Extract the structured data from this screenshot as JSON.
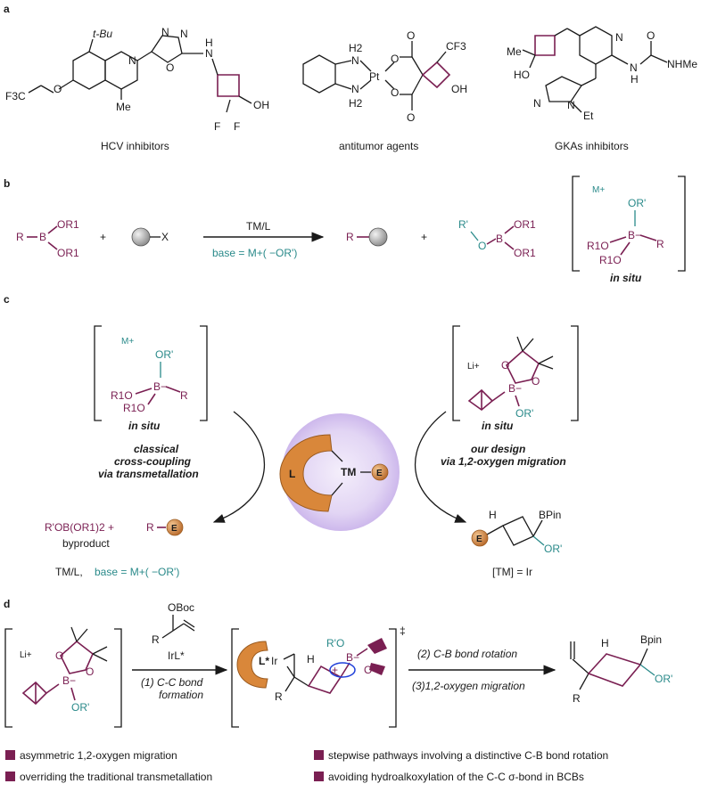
{
  "panel_a": {
    "label": "a",
    "hcv": {
      "caption": "HCV inhibitors",
      "tbu": "t-Bu",
      "me": "Me",
      "n_ring": "N",
      "n1": "N",
      "n2": "N",
      "o_ring": "O",
      "nh": "N",
      "h": "H",
      "cf3": "F3C",
      "o": "O",
      "oh": "OH",
      "f1": "F",
      "f2": "F"
    },
    "antitumor": {
      "caption": "antitumor agents",
      "h2a": "H2",
      "h2b": "H2",
      "n1": "N",
      "n2": "N",
      "pt": "Pt",
      "o1": "O",
      "o2": "O",
      "o3": "O",
      "o4": "O",
      "cf3": "CF3",
      "oh": "OH"
    },
    "gka": {
      "caption": "GKAs inhibitors",
      "me": "Me",
      "ho": "HO",
      "n_pyr": "N",
      "n_amide": "N",
      "h": "H",
      "o": "O",
      "nhme": "NHMe",
      "n_a": "N",
      "n_b": "N",
      "et": "Et"
    }
  },
  "panel_b": {
    "label": "b",
    "reagent_r": "R",
    "reagent_b": "B",
    "or1_top": "OR1",
    "or1_bot": "OR1",
    "plus1": "+",
    "x": "X",
    "arrow_top": "TM/L",
    "arrow_bottom": "base = M+( −OR')",
    "product_r": "R",
    "plus2": "+",
    "byproduct": {
      "r_prime": "R'",
      "o": "O",
      "b": "B",
      "or1_top": "OR1",
      "or1_bot": "OR1"
    },
    "insitu": {
      "m": "M+",
      "or_prime": "OR'",
      "b": "B−",
      "r": "R",
      "r1o_a": "R1O",
      "r1o_b": "R1O",
      "label": "in situ"
    }
  },
  "panel_c": {
    "label": "c",
    "left_box": {
      "m": "M+",
      "or_prime": "OR'",
      "b": "B−",
      "r": "R",
      "r1o_a": "R1O",
      "r1o_b": "R1O",
      "label": "in situ"
    },
    "right_box": {
      "li": "Li+",
      "o1": "O",
      "o2": "O",
      "b": "B−",
      "or_prime": "OR'",
      "label": "in situ"
    },
    "left_title_1": "classical",
    "left_title_2": "cross-coupling",
    "left_title_3": "via transmetallation",
    "right_title_1": "our design",
    "right_title_2": "via 1,2-oxygen migration",
    "catalyst": {
      "l": "L",
      "tm": "TM",
      "e": "E"
    },
    "left_product": "R'OB(OR1)2 +",
    "left_product_r": "R",
    "left_product_e": "E",
    "byproduct_word": "byproduct",
    "conditions_a": "TM/L,",
    "conditions_b": "base = M+( −OR')",
    "right_product": {
      "h": "H",
      "e": "E",
      "bpin": "BPin",
      "or_prime": "OR'"
    },
    "tm_equals": "[TM] = Ir"
  },
  "panel_d": {
    "label": "d",
    "start": {
      "li": "Li+",
      "o1": "O",
      "o2": "O",
      "b": "B−",
      "or_prime": "OR'"
    },
    "reagent": {
      "oboc": "OBoc",
      "r": "R",
      "cat": "IrL*"
    },
    "step1a": "(1) C-C bond",
    "step1b": "formation",
    "ts": {
      "l": "L*",
      "ir": "Ir",
      "h": "H",
      "r": "R",
      "r_prime_o": "R'O",
      "b": "B−",
      "o": "O",
      "plus": "+",
      "dagger": "‡"
    },
    "step2": "(2) C-B bond rotation",
    "step3": "(3)1,2-oxygen migration",
    "product": {
      "h": "H",
      "bpin": "Bpin",
      "r": "R",
      "or_prime": "OR'"
    }
  },
  "bullets": [
    "asymmetric 1,2-oxygen migration",
    "stepwise pathways involving a distinctive C-B bond rotation",
    "overriding the traditional transmetallation",
    "avoiding hydroalkoxylation of the C-C σ-bond in BCBs"
  ],
  "colors": {
    "magenta": "#7a1f52",
    "teal": "#2a8a8a",
    "orange": "#d9873a",
    "halo": "#d8c9f0"
  }
}
